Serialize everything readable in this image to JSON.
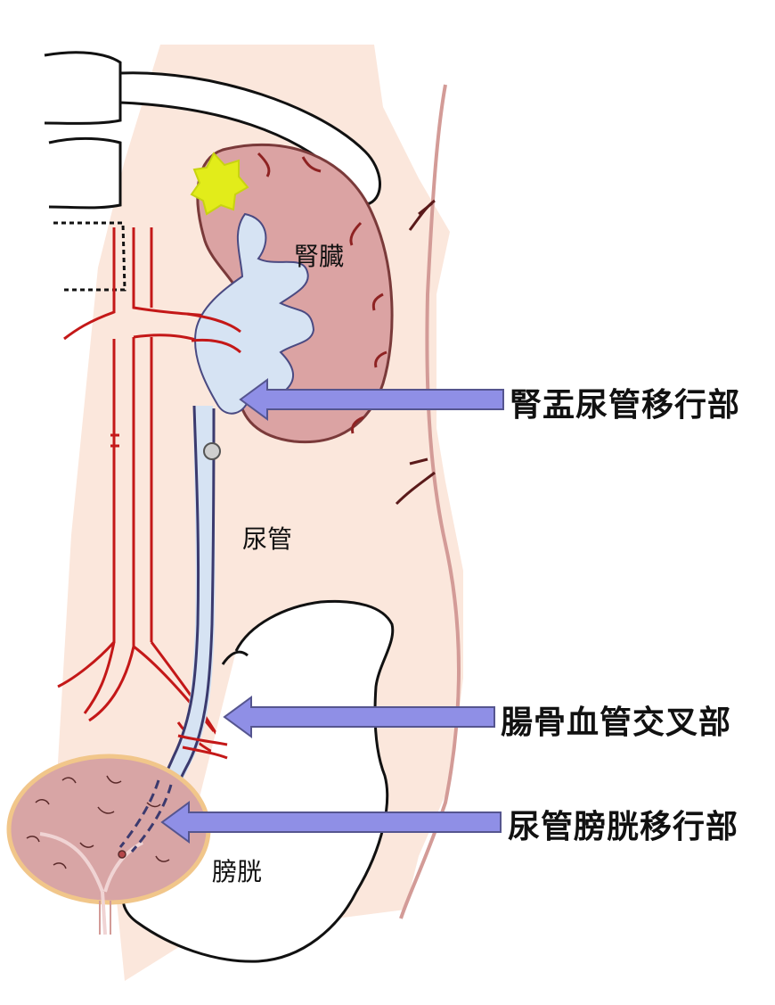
{
  "labels": {
    "kidney": "腎臓",
    "ureter": "尿管",
    "bladder": "膀胱",
    "upj": "腎盂尿管移行部",
    "iliac_crossing": "腸骨血管交叉部",
    "uvj": "尿管膀胱移行部"
  },
  "colors": {
    "body_fill": "#fbe7dc",
    "kidney_fill": "#dba3a3",
    "kidney_stroke": "#7a3a3a",
    "vessel": "#c41818",
    "collecting_system": "#d6e3f3",
    "ureter_stroke": "#3b3a6e",
    "arrow_fill": "#8f8fe6",
    "arrow_stroke": "#55558f",
    "bladder_fill": "#d8a5a5",
    "bladder_rim": "#f1c68a",
    "tumor": "#e2ec1a",
    "outline": "#111111",
    "body_edge": "#d39b97"
  }
}
